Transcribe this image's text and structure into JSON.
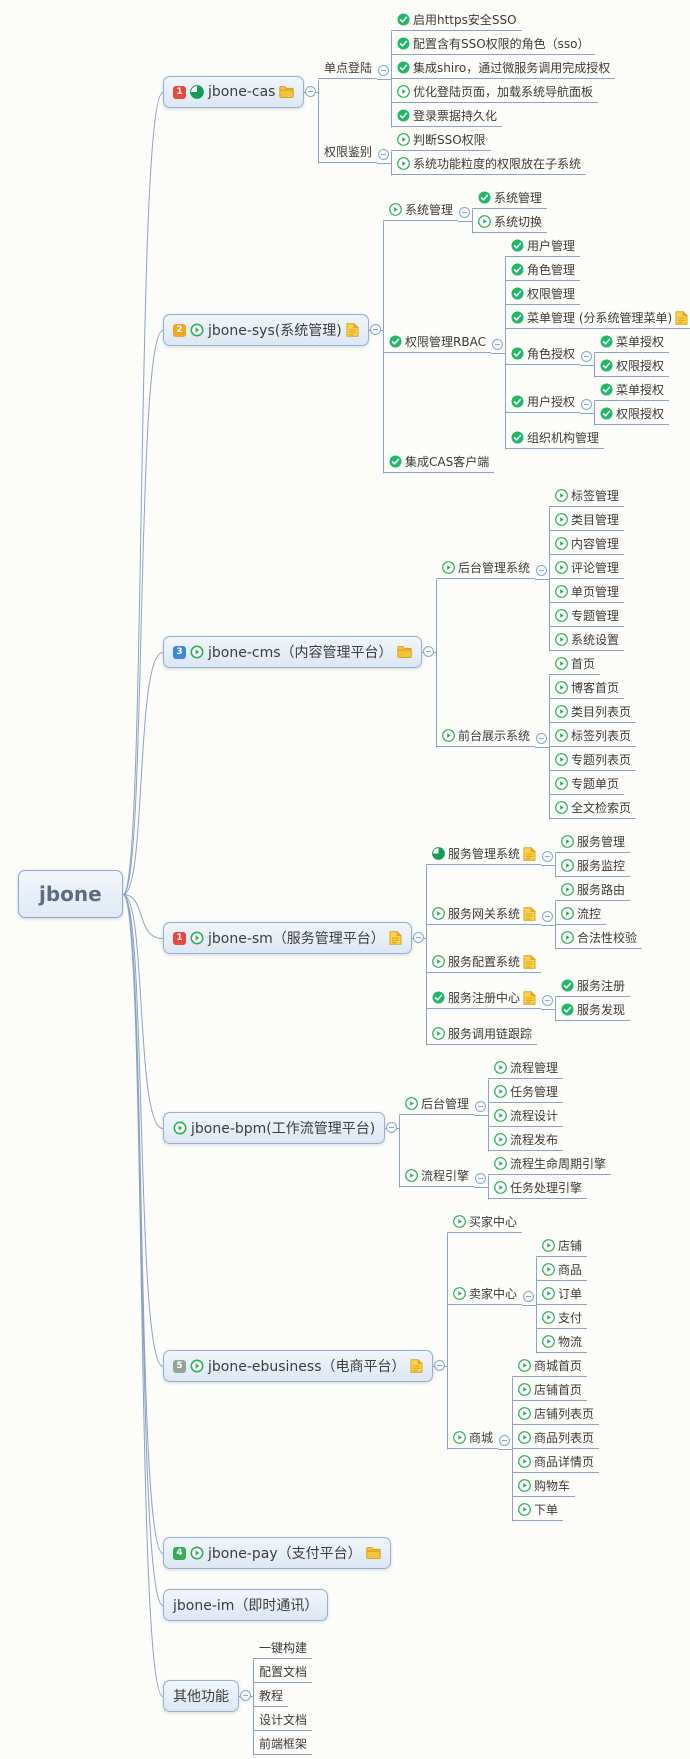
{
  "colors": {
    "line": "#8aa3c2",
    "done": "#1fb868",
    "play": "#2fae57",
    "pie": "#179c58",
    "docFill": "#fdd449",
    "docFold": "#eab62c",
    "docEdge": "#d9a01b",
    "folderFill": "#f6c33d",
    "folderEdge": "#cf9a12",
    "badge_red": "#e5493d",
    "badge_orange": "#f5a51d",
    "badge_blue": "#3f87d6",
    "badge_green": "#35ad52",
    "badge_grey": "#93a39a"
  },
  "tree": {
    "label": "jbone",
    "children": [
      {
        "label": "jbone-cas",
        "badge": {
          "text": "1",
          "color": "#e5493d"
        },
        "status": "pie",
        "attach": "folder",
        "children": [
          {
            "label": "单点登陆",
            "children": [
              {
                "label": "启用https安全SSO",
                "status": "done"
              },
              {
                "label": "配置含有SSO权限的角色（sso）",
                "status": "done"
              },
              {
                "label": "集成shiro，通过微服务调用完成授权",
                "status": "done"
              },
              {
                "label": "优化登陆页面，加载系统导航面板",
                "status": "play"
              },
              {
                "label": "登录票据持久化",
                "status": "done"
              }
            ]
          },
          {
            "label": "权限鉴别",
            "children": [
              {
                "label": "判断SSO权限",
                "status": "play"
              },
              {
                "label": "系统功能粒度的权限放在子系统",
                "status": "play"
              }
            ]
          }
        ]
      },
      {
        "label": "jbone-sys(系统管理)",
        "badge": {
          "text": "2",
          "color": "#f5a51d"
        },
        "status": "play",
        "attach": "doc",
        "children": [
          {
            "label": "系统管理",
            "status": "play",
            "children": [
              {
                "label": "系统管理",
                "status": "done"
              },
              {
                "label": "系统切换",
                "status": "play"
              }
            ]
          },
          {
            "label": "权限管理RBAC",
            "status": "done",
            "children": [
              {
                "label": "用户管理",
                "status": "done"
              },
              {
                "label": "角色管理",
                "status": "done"
              },
              {
                "label": "权限管理",
                "status": "done"
              },
              {
                "label": "菜单管理 (分系统管理菜单)",
                "status": "done",
                "attach": "doc"
              },
              {
                "label": "角色授权",
                "status": "done",
                "children": [
                  {
                    "label": "菜单授权",
                    "status": "done"
                  },
                  {
                    "label": "权限授权",
                    "status": "done"
                  }
                ]
              },
              {
                "label": "用户授权",
                "status": "done",
                "children": [
                  {
                    "label": "菜单授权",
                    "status": "done"
                  },
                  {
                    "label": "权限授权",
                    "status": "done"
                  }
                ]
              },
              {
                "label": "组织机构管理",
                "status": "done"
              }
            ]
          },
          {
            "label": "集成CAS客户端",
            "status": "done"
          }
        ]
      },
      {
        "label": "jbone-cms（内容管理平台）",
        "badge": {
          "text": "3",
          "color": "#3f87d6"
        },
        "status": "play",
        "attach": "folder",
        "children": [
          {
            "label": "后台管理系统",
            "status": "play",
            "children": [
              {
                "label": "标签管理",
                "status": "play"
              },
              {
                "label": "类目管理",
                "status": "play"
              },
              {
                "label": "内容管理",
                "status": "play"
              },
              {
                "label": "评论管理",
                "status": "play"
              },
              {
                "label": "单页管理",
                "status": "play"
              },
              {
                "label": "专题管理",
                "status": "play"
              },
              {
                "label": "系统设置",
                "status": "play"
              }
            ]
          },
          {
            "label": "前台展示系统",
            "status": "play",
            "children": [
              {
                "label": "首页",
                "status": "play"
              },
              {
                "label": "博客首页",
                "status": "play"
              },
              {
                "label": "类目列表页",
                "status": "play"
              },
              {
                "label": "标签列表页",
                "status": "play"
              },
              {
                "label": "专题列表页",
                "status": "play"
              },
              {
                "label": "专题单页",
                "status": "play"
              },
              {
                "label": "全文检索页",
                "status": "play"
              }
            ]
          }
        ]
      },
      {
        "label": "jbone-sm（服务管理平台）",
        "badge": {
          "text": "1",
          "color": "#e5493d"
        },
        "status": "play",
        "attach": "doc",
        "children": [
          {
            "label": "服务管理系统",
            "status": "pie",
            "attach": "doc",
            "children": [
              {
                "label": "服务管理",
                "status": "play"
              },
              {
                "label": "服务监控",
                "status": "play"
              }
            ]
          },
          {
            "label": "服务网关系统",
            "status": "play",
            "attach": "doc",
            "children": [
              {
                "label": "服务路由",
                "status": "play"
              },
              {
                "label": "流控",
                "status": "play"
              },
              {
                "label": "合法性校验",
                "status": "play"
              }
            ]
          },
          {
            "label": "服务配置系统",
            "status": "play",
            "attach": "doc"
          },
          {
            "label": "服务注册中心",
            "status": "done",
            "attach": "doc",
            "children": [
              {
                "label": "服务注册",
                "status": "done"
              },
              {
                "label": "服务发现",
                "status": "done"
              }
            ]
          },
          {
            "label": "服务调用链跟踪",
            "status": "play"
          }
        ]
      },
      {
        "label": "jbone-bpm(工作流管理平台)",
        "status": "play",
        "children": [
          {
            "label": "后台管理",
            "status": "play",
            "children": [
              {
                "label": "流程管理",
                "status": "play"
              },
              {
                "label": "任务管理",
                "status": "play"
              },
              {
                "label": "流程设计",
                "status": "play"
              },
              {
                "label": "流程发布",
                "status": "play"
              }
            ]
          },
          {
            "label": "流程引擎",
            "status": "play",
            "children": [
              {
                "label": "流程生命周期引擎",
                "status": "play"
              },
              {
                "label": "任务处理引擎",
                "status": "play"
              }
            ]
          }
        ]
      },
      {
        "label": "jbone-ebusiness（电商平台）",
        "badge": {
          "text": "5",
          "color": "#93a39a"
        },
        "status": "play",
        "attach": "doc",
        "children": [
          {
            "label": "买家中心",
            "status": "play"
          },
          {
            "label": "卖家中心",
            "status": "play",
            "children": [
              {
                "label": "店铺",
                "status": "play"
              },
              {
                "label": "商品",
                "status": "play"
              },
              {
                "label": "订单",
                "status": "play"
              },
              {
                "label": "支付",
                "status": "play"
              },
              {
                "label": "物流",
                "status": "play"
              }
            ]
          },
          {
            "label": "商城",
            "status": "play",
            "children": [
              {
                "label": "商城首页",
                "status": "play"
              },
              {
                "label": "店铺首页",
                "status": "play"
              },
              {
                "label": "店铺列表页",
                "status": "play"
              },
              {
                "label": "商品列表页",
                "status": "play"
              },
              {
                "label": "商品详情页",
                "status": "play"
              },
              {
                "label": "购物车",
                "status": "play"
              },
              {
                "label": "下单",
                "status": "play"
              }
            ]
          }
        ]
      },
      {
        "label": "jbone-pay（支付平台）",
        "badge": {
          "text": "4",
          "color": "#35ad52"
        },
        "status": "play",
        "attach": "folder"
      },
      {
        "label": "jbone-im（即时通讯）"
      },
      {
        "label": "其他功能",
        "children": [
          {
            "label": "一键构建"
          },
          {
            "label": "配置文档"
          },
          {
            "label": "教程"
          },
          {
            "label": "设计文档"
          },
          {
            "label": "前端框架"
          }
        ]
      }
    ]
  }
}
